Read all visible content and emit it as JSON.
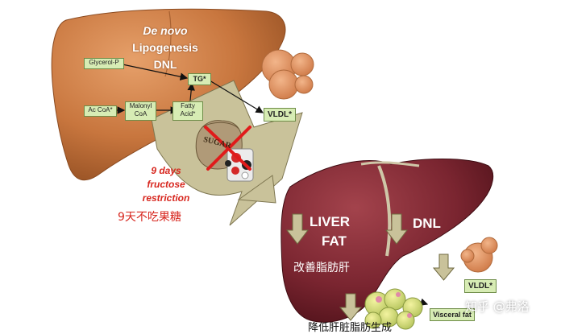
{
  "top_diagram": {
    "title_line1": "De novo",
    "title_line2": "Lipogenesis",
    "title_line3": "DNL",
    "boxes": {
      "glycerol": "Glycerol-P",
      "tg": "TG*",
      "acetyl": "Ac CoA*",
      "malonyl_line1": "Malonyl",
      "malonyl_line2": "CoA",
      "fatty_line1": "Fatty",
      "fatty_line2": "Acid*",
      "vldl_top": "VLDL*"
    },
    "sugar_text": "SUGAR"
  },
  "restriction_note": {
    "line1": "9 days",
    "line2": "fructose",
    "line3": "restriction",
    "chinese": "9天不吃果糖"
  },
  "bottom_diagram": {
    "liver_fat_line1": "LIVER",
    "liver_fat_line2": "FAT",
    "liver_fat_chinese": "改善脂肪肝",
    "dnl": "DNL",
    "vldl_bottom": "VLDL*",
    "visceral": "Visceral fat",
    "bottom_chinese": "降低肝脏脂肪生成"
  },
  "watermark": "知乎 @弗洛",
  "colors": {
    "liver_orange": "#c8763e",
    "liver_maroon": "#7a2530",
    "arrow_olive": "#c9c29a",
    "box_green": "#d7ecb4",
    "note_red": "#d7261e"
  }
}
